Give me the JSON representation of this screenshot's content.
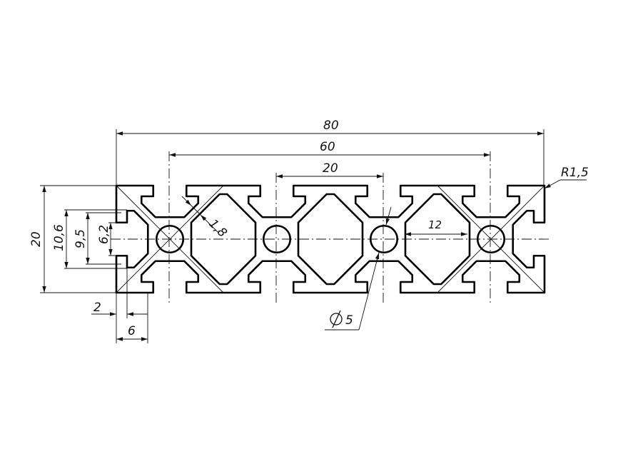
{
  "drawing": {
    "title": "Aluminium profile 20x80 cross-section",
    "dimensions": {
      "overall_width": "80",
      "outer_hole_spacing": "60",
      "inner_hole_spacing": "20",
      "corner_radius": "R1,5",
      "height": "20",
      "slot_undercut": "10,6",
      "slot_inner": "9,5",
      "slot_opening": "6,2",
      "wall_thickness": "1,8",
      "lip_thickness": "2",
      "slot_depth": "6",
      "hole_diameter": "5",
      "cavity_width": "12"
    },
    "diameter_symbol": "diameter-icon"
  }
}
